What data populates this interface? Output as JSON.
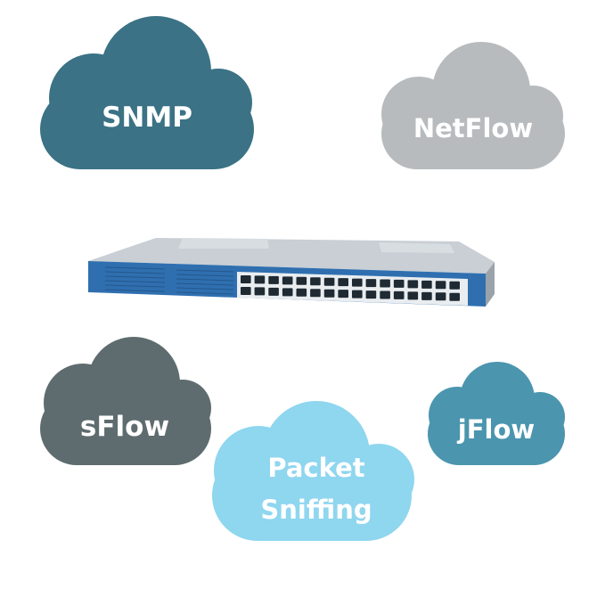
{
  "clouds": {
    "snmp": {
      "label": "SNMP",
      "color": "#3b7285"
    },
    "netflow": {
      "label": "NetFlow",
      "color": "#b8bbbe"
    },
    "sflow": {
      "label": "sFlow",
      "color": "#5e6c6f"
    },
    "packet": {
      "lines": [
        "Packet",
        "Sniffing"
      ],
      "color": "#8fd6ef"
    },
    "jflow": {
      "label": "jFlow",
      "color": "#4b95ae"
    }
  },
  "device": {
    "name": "network-switch",
    "body_color": "#2f6fb0",
    "top_color": "#c9cfd4",
    "port_rows": 2,
    "port_columns": 16
  }
}
